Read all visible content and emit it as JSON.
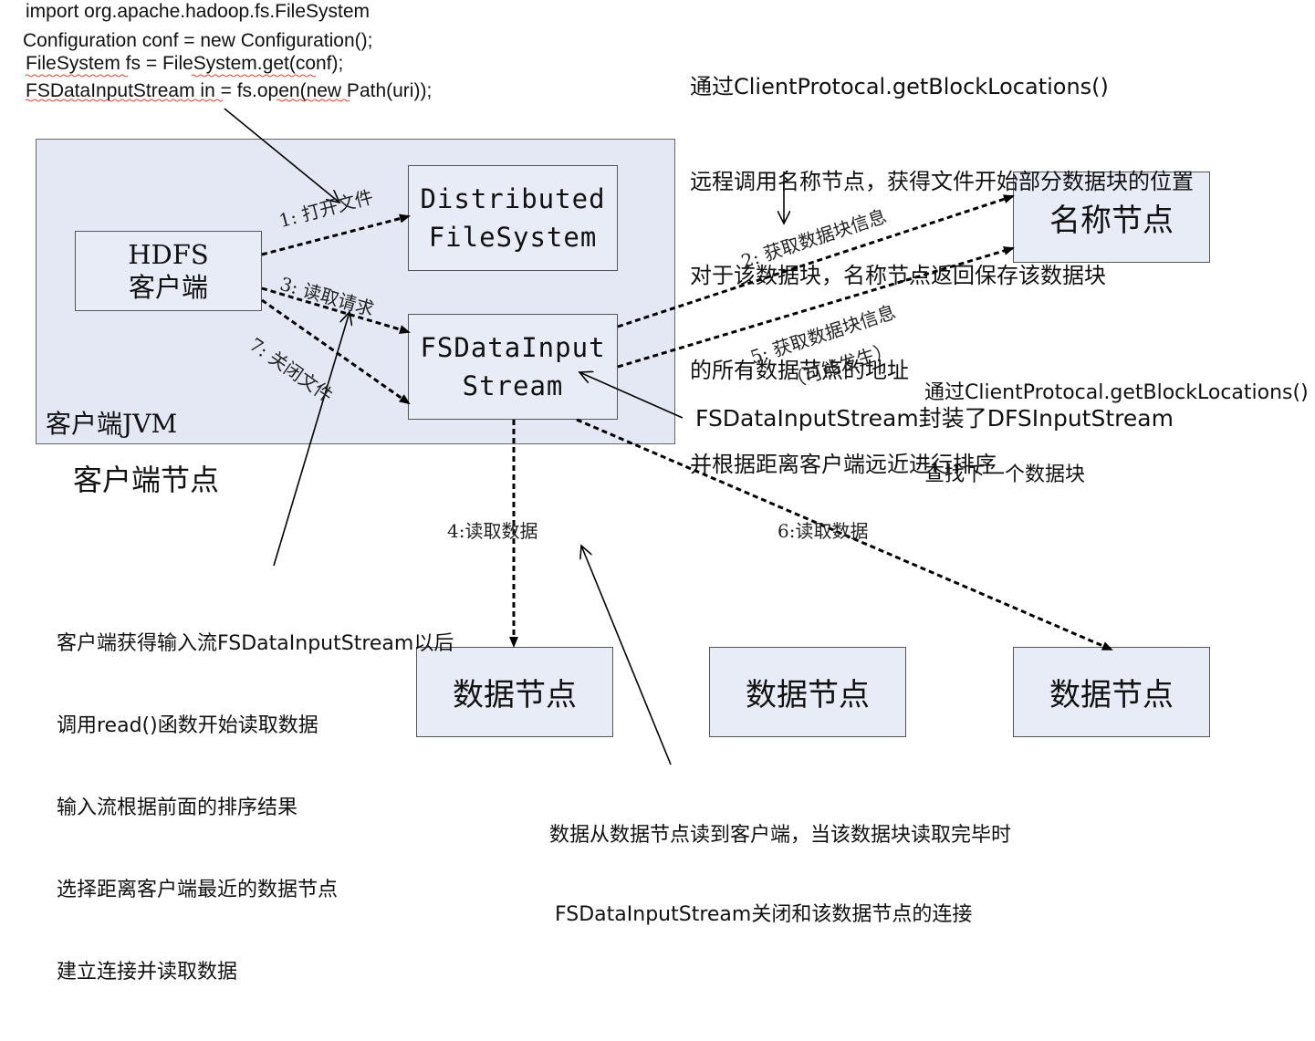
{
  "code_snippet": {
    "line1": "import org.apache.hadoop.fs.FileSystem",
    "line2": "Configuration conf = new Configuration();",
    "line3": "FileSystem fs = FileSystem.get(conf);",
    "line4": "FSDataInputStream in = fs.open(new Path(uri));"
  },
  "namenode_note": {
    "line1": "通过ClientProtocal.getBlockLocations()",
    "line2": "远程调用名称节点，获得文件开始部分数据块的位置",
    "line3": "对于该数据块，名称节点返回保存该数据块",
    "line4": "的所有数据节点的地址",
    "line5": "并根据距离客户端远近进行排序"
  },
  "client_jvm_label": "客户端JVM",
  "client_node_label": "客户端节点",
  "boxes": {
    "hdfs_client": {
      "line1": "HDFS",
      "line2": "客户端"
    },
    "distributed_fs": {
      "line1": "Distributed",
      "line2": "FileSystem"
    },
    "fsdatainputstream": {
      "line1": "FSDataInput",
      "line2": "Stream"
    },
    "namenode": "名称节点",
    "datanode_1": "数据节点",
    "datanode_2": "数据节点",
    "datanode_3": "数据节点"
  },
  "edges": {
    "step1": "1: 打开文件",
    "step2": "2: 获取数据块信息",
    "step3": "3: 读取请求",
    "step4": "4:读取数据",
    "step5_line1": "5: 获取数据块信息",
    "step5_line2": "（可能发生）",
    "step6": "6:读取数据",
    "step7": "7: 关闭文件"
  },
  "notes": {
    "next_block_line1": "通过ClientProtocal.getBlockLocations()",
    "next_block_line2": "查找下一个数据块",
    "wrap": "FSDataInputStream封装了DFSInputStream",
    "read_line1": "客户端获得输入流FSDataInputStream以后",
    "read_line2": "调用read()函数开始读取数据",
    "read_line3": "输入流根据前面的排序结果",
    "read_line4": "选择距离客户端最近的数据节点",
    "read_line5": "建立连接并读取数据",
    "close_line1": "数据从数据节点读到客户端，当该数据块读取完毕时",
    "close_line2": "FSDataInputStream关闭和该数据节点的连接"
  },
  "colors": {
    "box_fill": "#e8ecf6",
    "jvm_fill": "#e3e8f4",
    "line": "#000000"
  }
}
